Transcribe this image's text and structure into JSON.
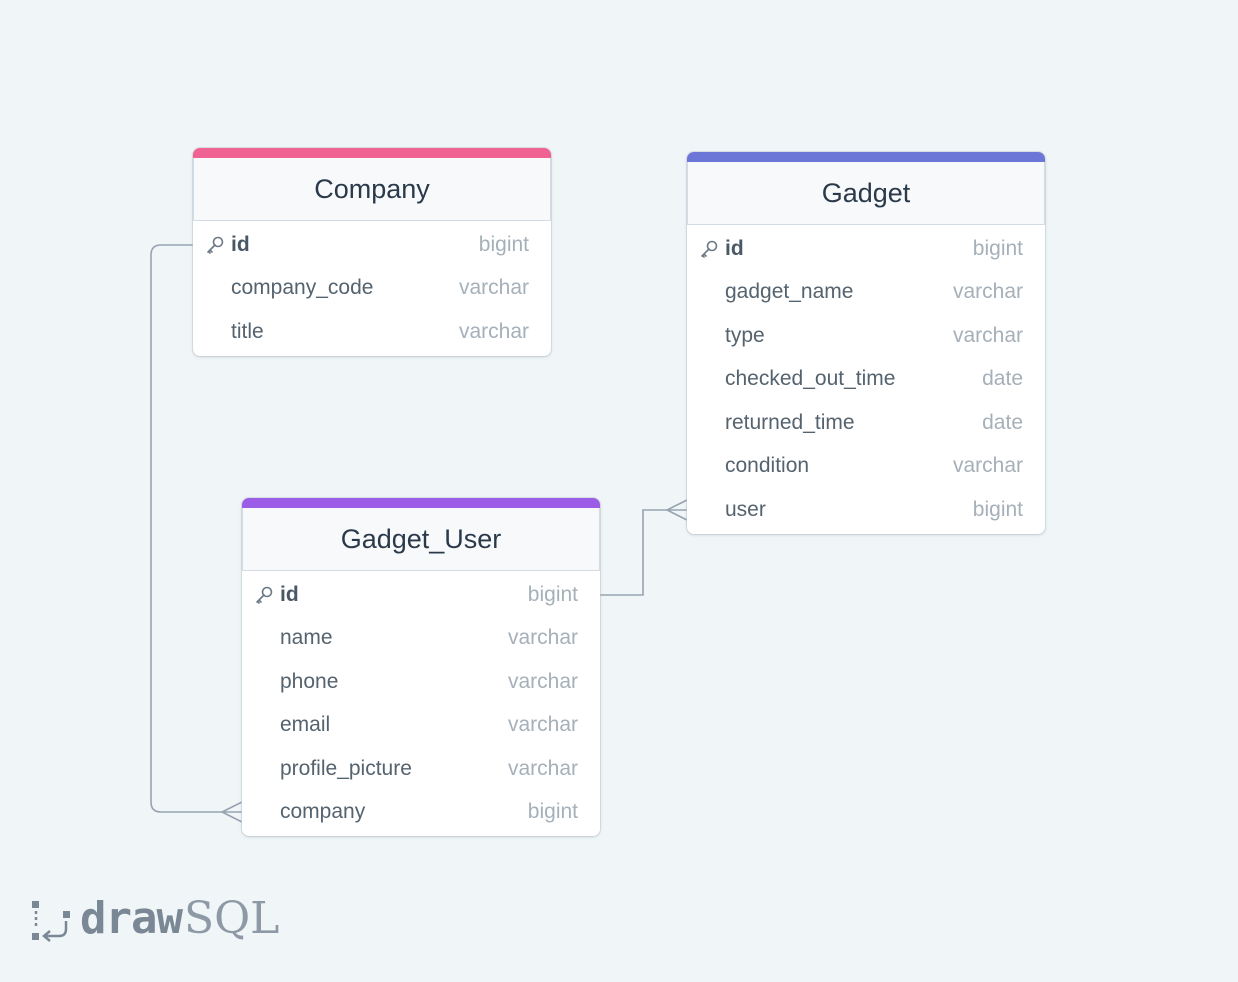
{
  "colors": {
    "company_accent": "#f06292",
    "gadget_accent": "#6b76d6",
    "gadget_user_accent": "#9b5de5",
    "connector": "#96a3b0"
  },
  "tables": {
    "company": {
      "title": "Company",
      "columns": [
        {
          "name": "id",
          "type": "bigint",
          "primary_key": true
        },
        {
          "name": "company_code",
          "type": "varchar"
        },
        {
          "name": "title",
          "type": "varchar"
        }
      ]
    },
    "gadget": {
      "title": "Gadget",
      "columns": [
        {
          "name": "id",
          "type": "bigint",
          "primary_key": true
        },
        {
          "name": "gadget_name",
          "type": "varchar"
        },
        {
          "name": "type",
          "type": "varchar"
        },
        {
          "name": "checked_out_time",
          "type": "date"
        },
        {
          "name": "returned_time",
          "type": "date"
        },
        {
          "name": "condition",
          "type": "varchar"
        },
        {
          "name": "user",
          "type": "bigint"
        }
      ]
    },
    "gadget_user": {
      "title": "Gadget_User",
      "columns": [
        {
          "name": "id",
          "type": "bigint",
          "primary_key": true
        },
        {
          "name": "name",
          "type": "varchar"
        },
        {
          "name": "phone",
          "type": "varchar"
        },
        {
          "name": "email",
          "type": "varchar"
        },
        {
          "name": "profile_picture",
          "type": "varchar"
        },
        {
          "name": "company",
          "type": "bigint"
        }
      ]
    }
  },
  "relationships": [
    {
      "from": "company.id",
      "to": "gadget_user.company",
      "cardinality": "one-to-many"
    },
    {
      "from": "gadget_user.id",
      "to": "gadget.user",
      "cardinality": "one-to-many"
    }
  ],
  "logo": {
    "part1": "draw",
    "part2": "SQL",
    "icon": "drawsql-logo-icon"
  }
}
